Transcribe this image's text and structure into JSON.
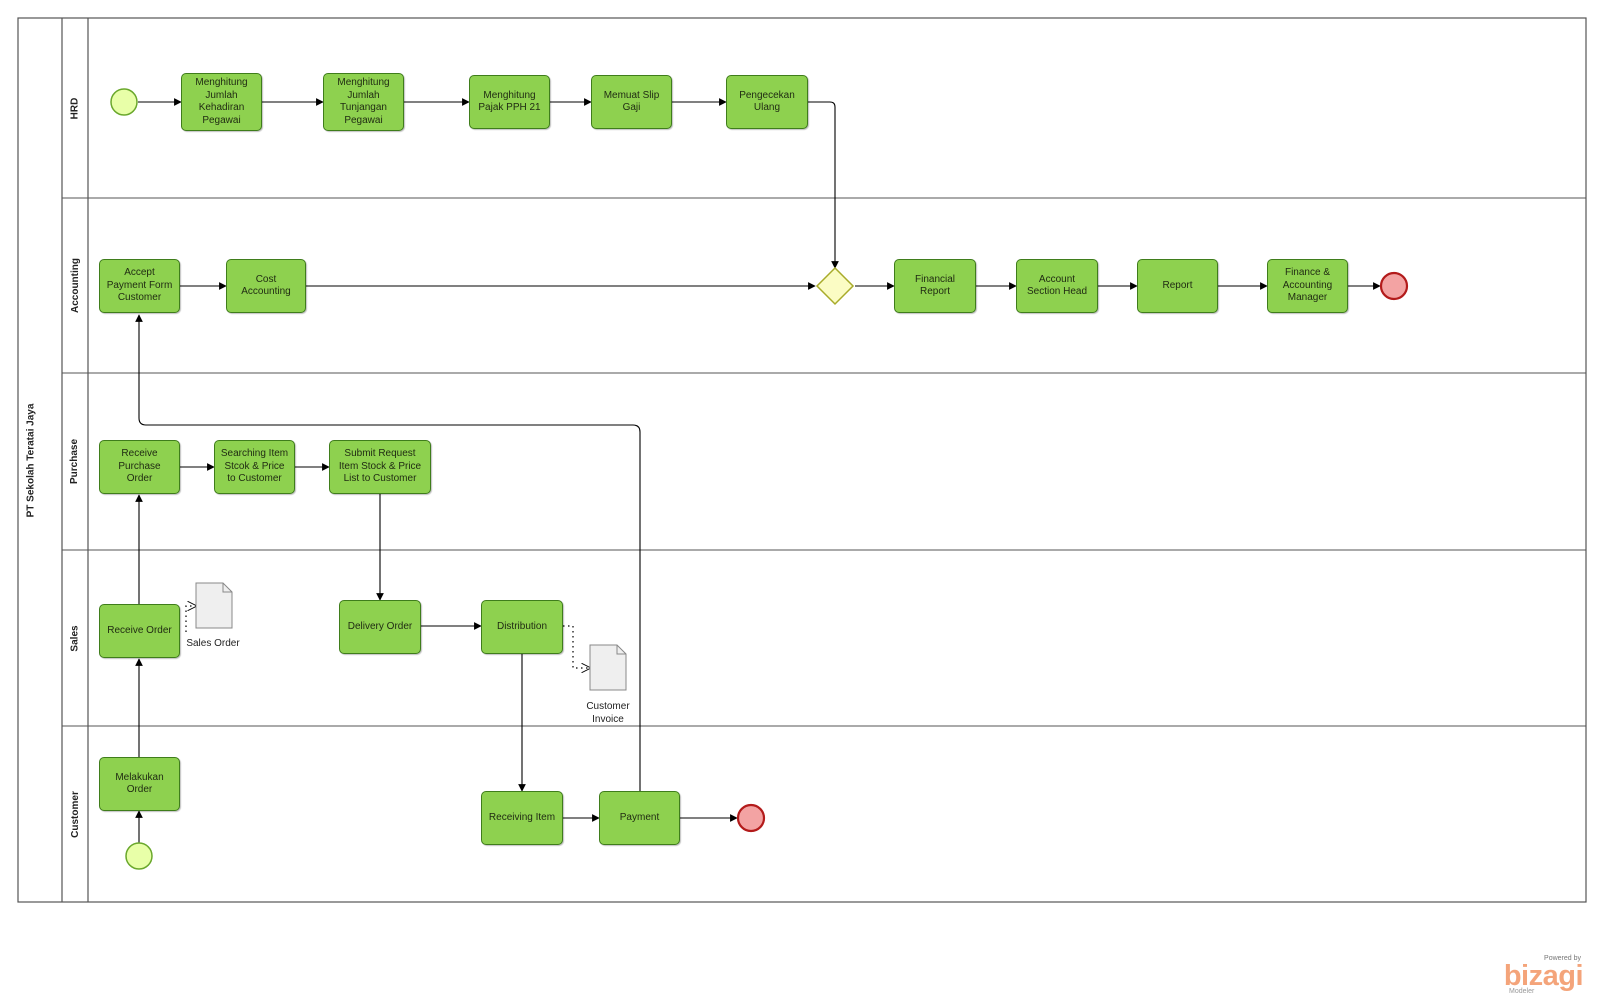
{
  "pool": {
    "name": "PT Sekolah Teratai Jaya"
  },
  "lanes": {
    "hrd": "HRD",
    "accounting": "Accounting",
    "purchase": "Purchase",
    "sales": "Sales",
    "customer": "Customer"
  },
  "tasks": {
    "hrd_1": "Menghitung\nJumlah\nKehadiran\nPegawai",
    "hrd_2": "Menghitung\nJumlah\nTunjangan\nPegawai",
    "hrd_3": "Menghitung\nPajak PPH 21",
    "hrd_4": "Memuat Slip\nGaji",
    "hrd_5": "Pengecekan\nUlang",
    "acc_1": "Accept\nPayment Form\nCustomer",
    "acc_2": "Cost\nAccounting",
    "acc_3": "Financial\nReport",
    "acc_4": "Account\nSection Head",
    "acc_5": "Report",
    "acc_6": "Finance &\nAccounting\nManager",
    "pur_1": "Receive\nPurchase\nOrder",
    "pur_2": "Searching Item\nStcok & Price\nto Customer",
    "pur_3": "Submit Request\nItem Stock & Price\nList to Customer",
    "sal_1": "Receive Order",
    "sal_2": "Delivery Order",
    "sal_3": "Distribution",
    "cus_1": "Melakukan\nOrder",
    "cus_2": "Receiving Item",
    "cus_3": "Payment"
  },
  "artifacts": {
    "sales_order": "Sales Order",
    "customer_invoice": "Customer\nInvoice"
  },
  "logo": {
    "powered": "Powered by",
    "brand": "bizagi",
    "product": "Modeler"
  },
  "colors": {
    "task_fill": "#8ed14f",
    "task_border": "#3f7d1b",
    "start_fill": "#e8ffa8",
    "start_border": "#6aa82c",
    "end_fill": "#f3a3a3",
    "end_border": "#b31b1b",
    "gateway_fill": "#fbfcc4",
    "gateway_border": "#a8ab2a"
  }
}
